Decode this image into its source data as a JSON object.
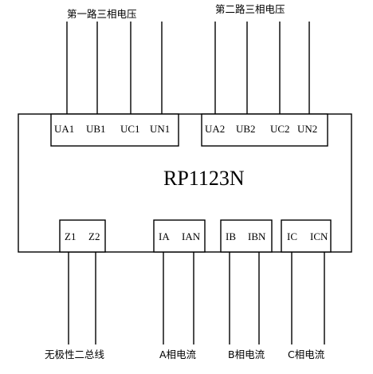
{
  "labels": {
    "top_group1": "第一路三相电压",
    "top_group2": "第二路三相电压",
    "bottom_bus": "无极性二总线",
    "bottom_a": "A相电流",
    "bottom_b": "B相电流",
    "bottom_c": "C相电流"
  },
  "model": "RP1123N",
  "pins": {
    "top_group1": [
      "UA1",
      "UB1",
      "UC1",
      "UN1"
    ],
    "top_group2": [
      "UA2",
      "UB2",
      "UC2",
      "UN2"
    ],
    "bus": [
      "Z1",
      "Z2"
    ],
    "phase_a": [
      "IA",
      "IAN"
    ],
    "phase_b": [
      "IB",
      "IBN"
    ],
    "phase_c": [
      "IC",
      "ICN"
    ]
  }
}
